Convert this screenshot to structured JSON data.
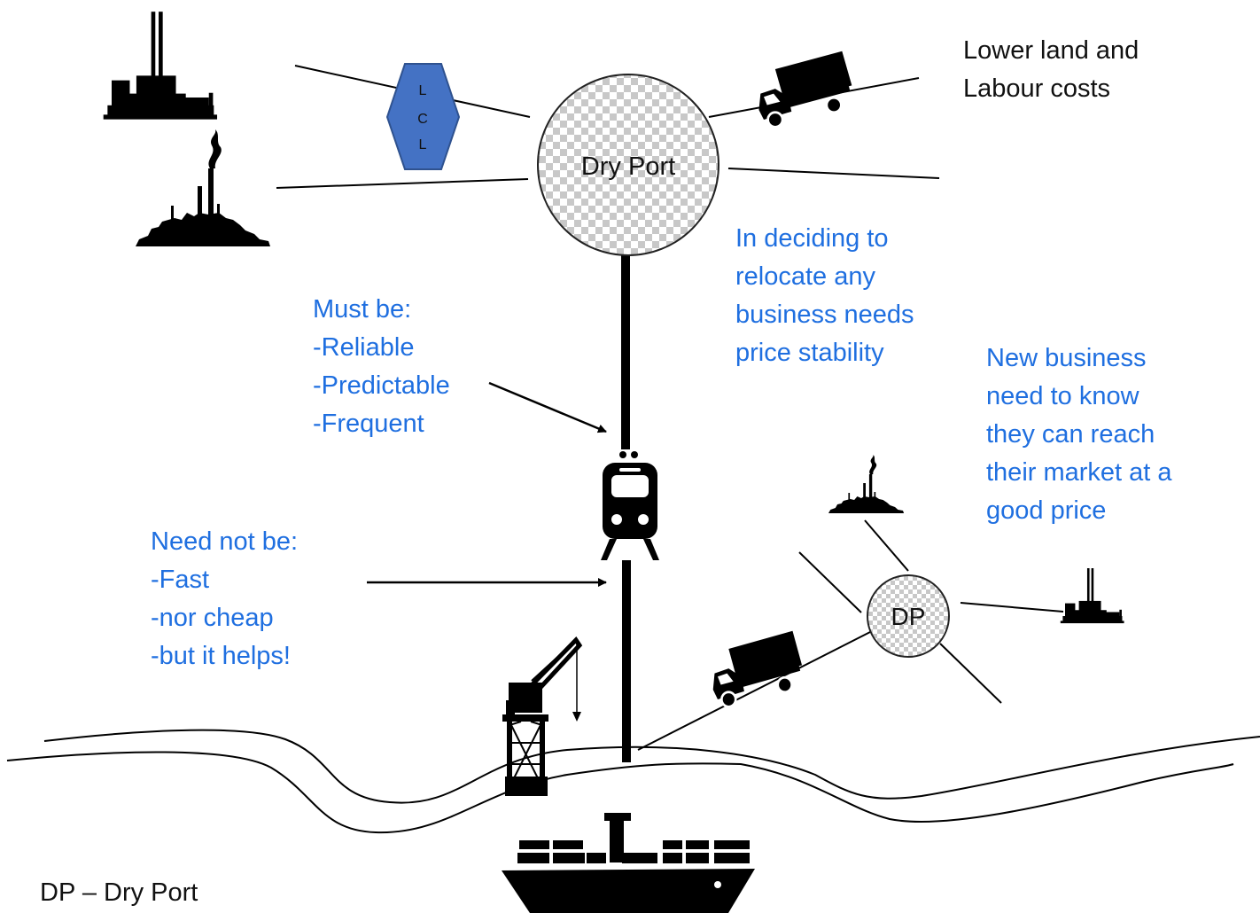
{
  "dry_port_label": "Dry Port",
  "dp_label": "DP",
  "lcl_letters": [
    "L",
    "C",
    "L"
  ],
  "top_right_note": [
    "Lower land and",
    "Labour costs"
  ],
  "relocate_note": [
    "In deciding to",
    "relocate any",
    "business needs",
    "price stability"
  ],
  "must_be_note": [
    "Must be:",
    "-Reliable",
    "-Predictable",
    "-Frequent"
  ],
  "need_not_note": [
    "Need not be:",
    "-Fast",
    "-nor cheap",
    "-but it helps!"
  ],
  "new_business_note": [
    "New business",
    "need to know",
    "they can reach",
    "their market at a",
    "good price"
  ],
  "legend": "DP – Dry Port",
  "icons": [
    "factory-icon",
    "refinery-icon",
    "truck-icon",
    "train-icon",
    "crane-icon",
    "container-ship-icon"
  ],
  "colors": {
    "note_blue": "#1f6fe0",
    "lcl_fill": "#4472c4",
    "lcl_stroke": "#2f528f",
    "ink": "#000000"
  }
}
